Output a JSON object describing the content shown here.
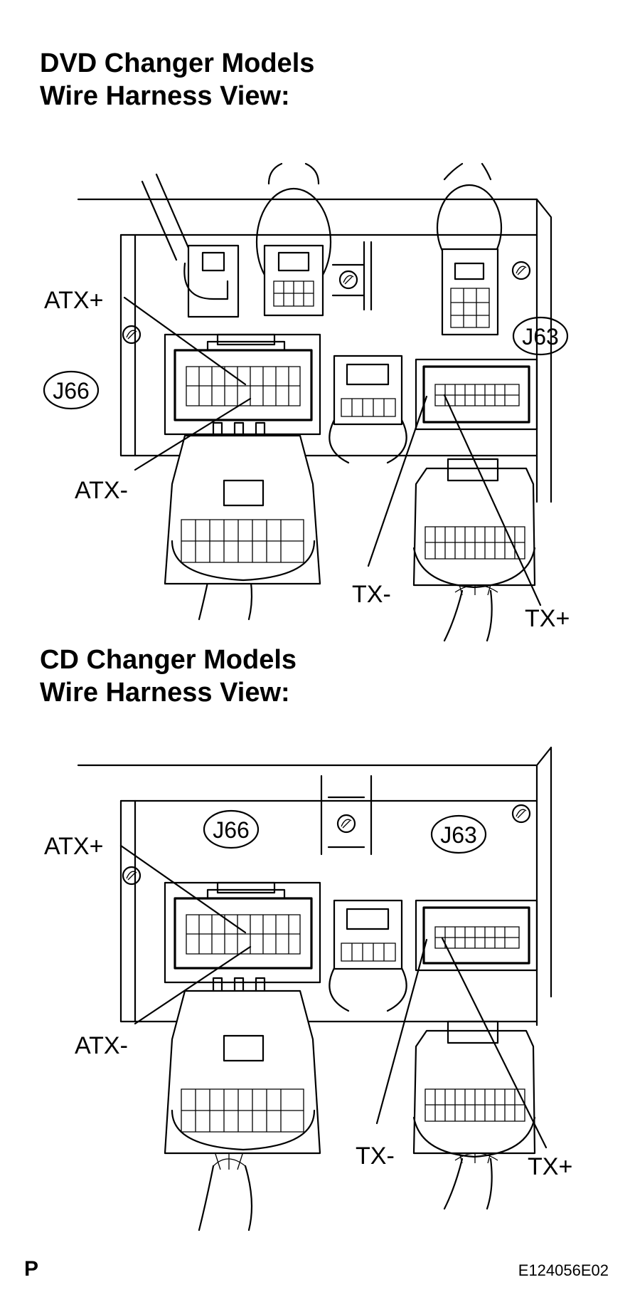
{
  "sections": [
    {
      "title_line1": "DVD Changer Models",
      "title_line2": "Wire Harness View:",
      "connector_j66": "J66",
      "connector_j63": "J63",
      "pins": {
        "atx_plus": "ATX+",
        "atx_minus": "ATX-",
        "tx_minus": "TX-",
        "tx_plus": "TX+"
      }
    },
    {
      "title_line1": "CD Changer Models",
      "title_line2": "Wire Harness View:",
      "connector_j66": "J66",
      "connector_j63": "J63",
      "pins": {
        "atx_plus": "ATX+",
        "atx_minus": "ATX-",
        "tx_minus": "TX-",
        "tx_plus": "TX+"
      }
    }
  ],
  "footer": {
    "page_letter": "P",
    "figure_code": "E124056E02"
  }
}
